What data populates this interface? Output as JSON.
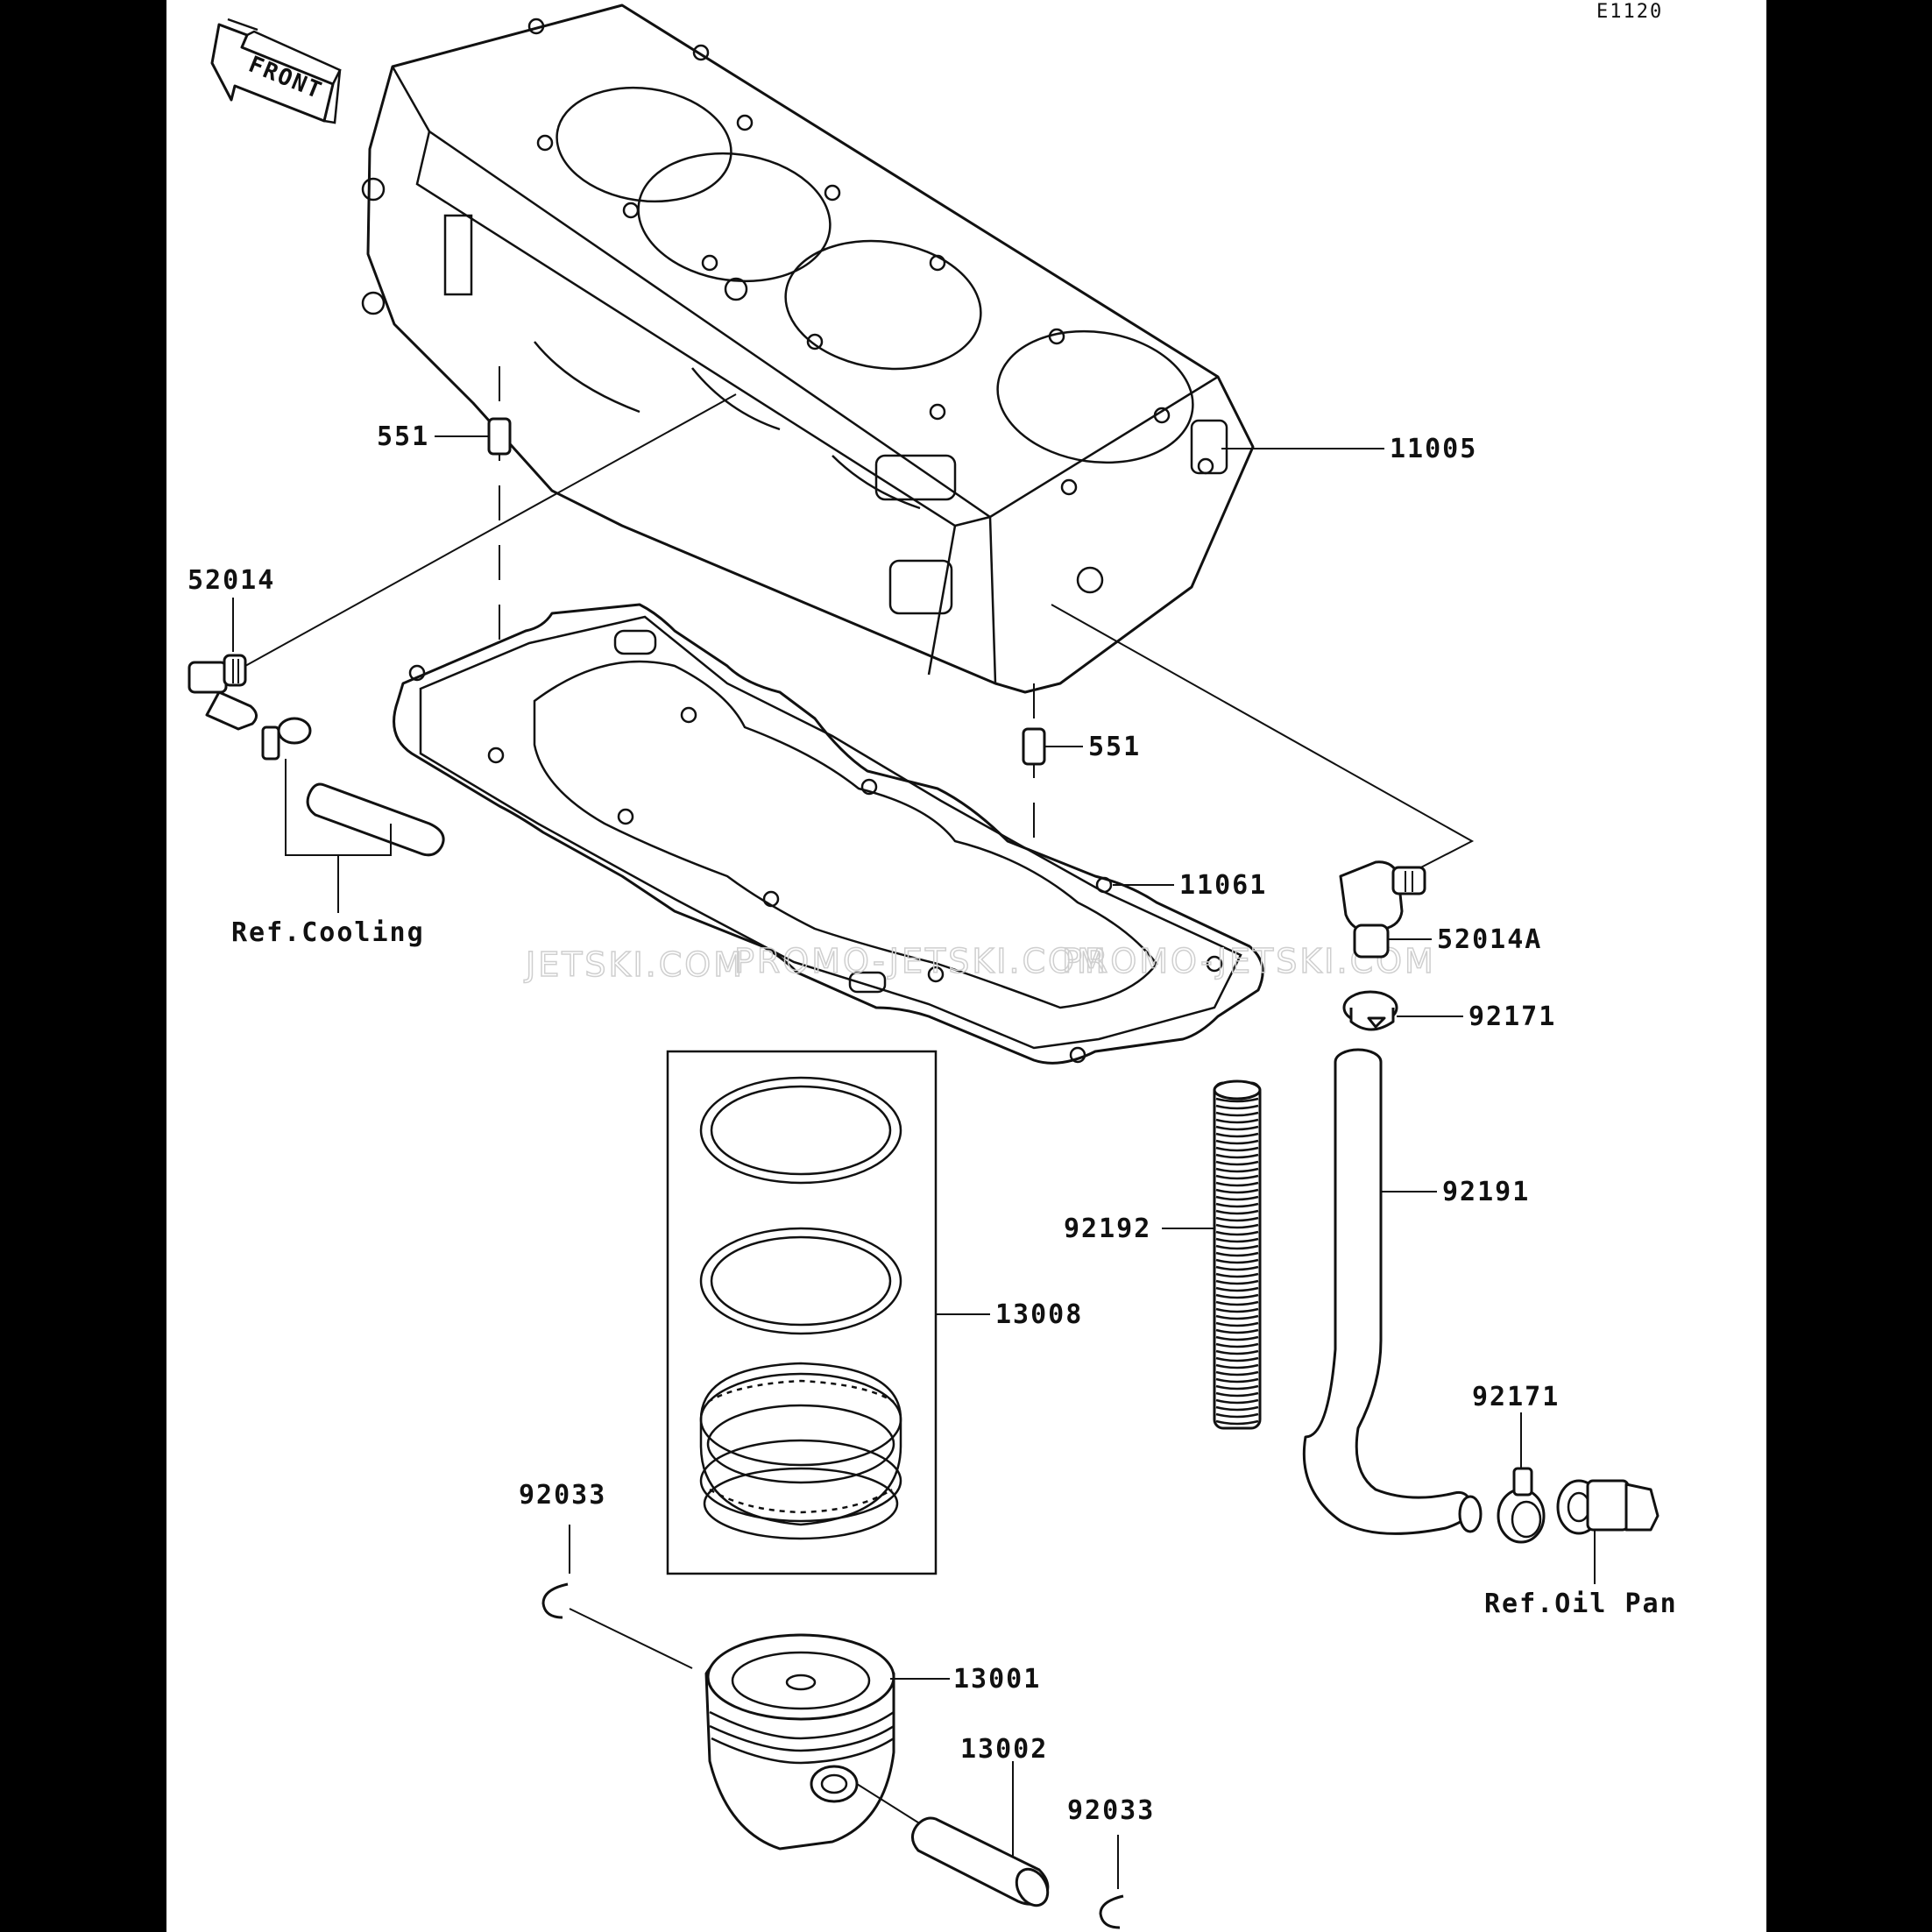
{
  "diagram": {
    "code": "E1120",
    "front_label": "FRONT",
    "watermarks": [
      "JETSKI.COM",
      "PROMO-JETSKI.COM",
      "PROMO-JETSKI.COM"
    ],
    "parts": [
      {
        "id": "cylinder",
        "label": "11005"
      },
      {
        "id": "dowel-upper",
        "label": "551"
      },
      {
        "id": "dowel-lower",
        "label": "551"
      },
      {
        "id": "fitting",
        "label": "52014"
      },
      {
        "id": "head-gasket",
        "label": "11061"
      },
      {
        "id": "elbow-fitting",
        "label": "52014A"
      },
      {
        "id": "clamp-upper",
        "label": "92171"
      },
      {
        "id": "hose",
        "label": "92191"
      },
      {
        "id": "spring",
        "label": "92192"
      },
      {
        "id": "piston-ring-set",
        "label": "13008"
      },
      {
        "id": "clamp-lower",
        "label": "92171"
      },
      {
        "id": "circlip-left",
        "label": "92033"
      },
      {
        "id": "piston",
        "label": "13001"
      },
      {
        "id": "piston-pin",
        "label": "13002"
      },
      {
        "id": "circlip-right",
        "label": "92033"
      }
    ],
    "references": {
      "cooling": "Ref.Cooling",
      "oil_pan": "Ref.Oil Pan"
    }
  }
}
